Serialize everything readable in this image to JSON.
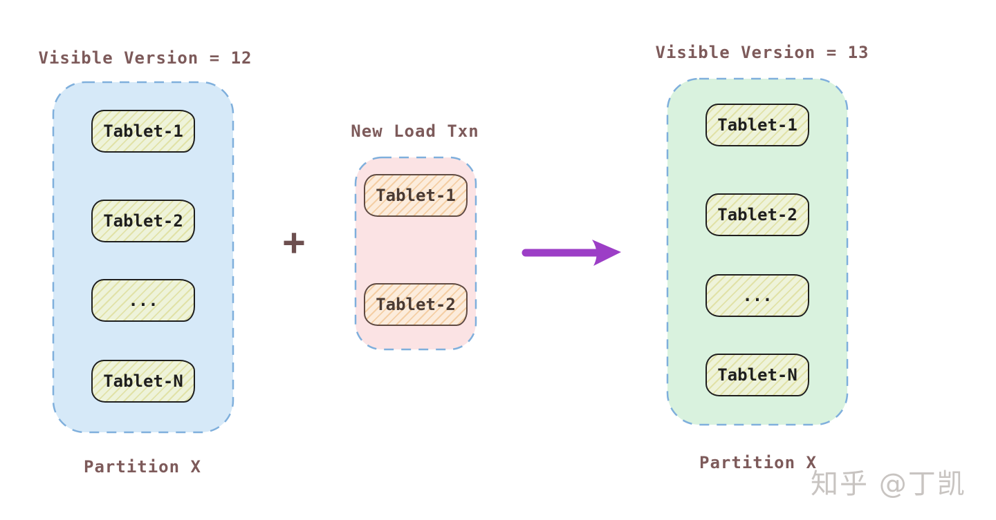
{
  "panels": {
    "left": {
      "title": "Visible Version = 12",
      "caption": "Partition X",
      "tablets": [
        "Tablet-1",
        "Tablet-2",
        "...",
        "Tablet-N"
      ]
    },
    "load": {
      "title": "New Load Txn",
      "tablets": [
        "Tablet-1",
        "Tablet-2"
      ]
    },
    "right": {
      "title": "Visible Version = 13",
      "caption": "Partition X",
      "tablets": [
        "Tablet-1",
        "Tablet-2",
        "...",
        "Tablet-N"
      ]
    }
  },
  "operators": {
    "plus": "+"
  },
  "watermark": "知乎 @丁凯",
  "colors": {
    "canvas_background": "#ffffff",
    "label_text": "#7d5a5a",
    "container_border": "#7fafdc",
    "left_container_fill": "#d6e9f8",
    "load_container_fill": "#fbe3e4",
    "right_container_fill": "#d9f2de",
    "tablet_fill_version_panels": "#eef3da",
    "tablet_border_version_panels": "#1e1e1e",
    "tablet_fill_load": "#fcecdc",
    "tablet_border_load": "#5f4a42",
    "plus_sign": "#6d4f4f",
    "arrow": "#9c3ec6",
    "watermark_text": "#c8c4c1"
  }
}
